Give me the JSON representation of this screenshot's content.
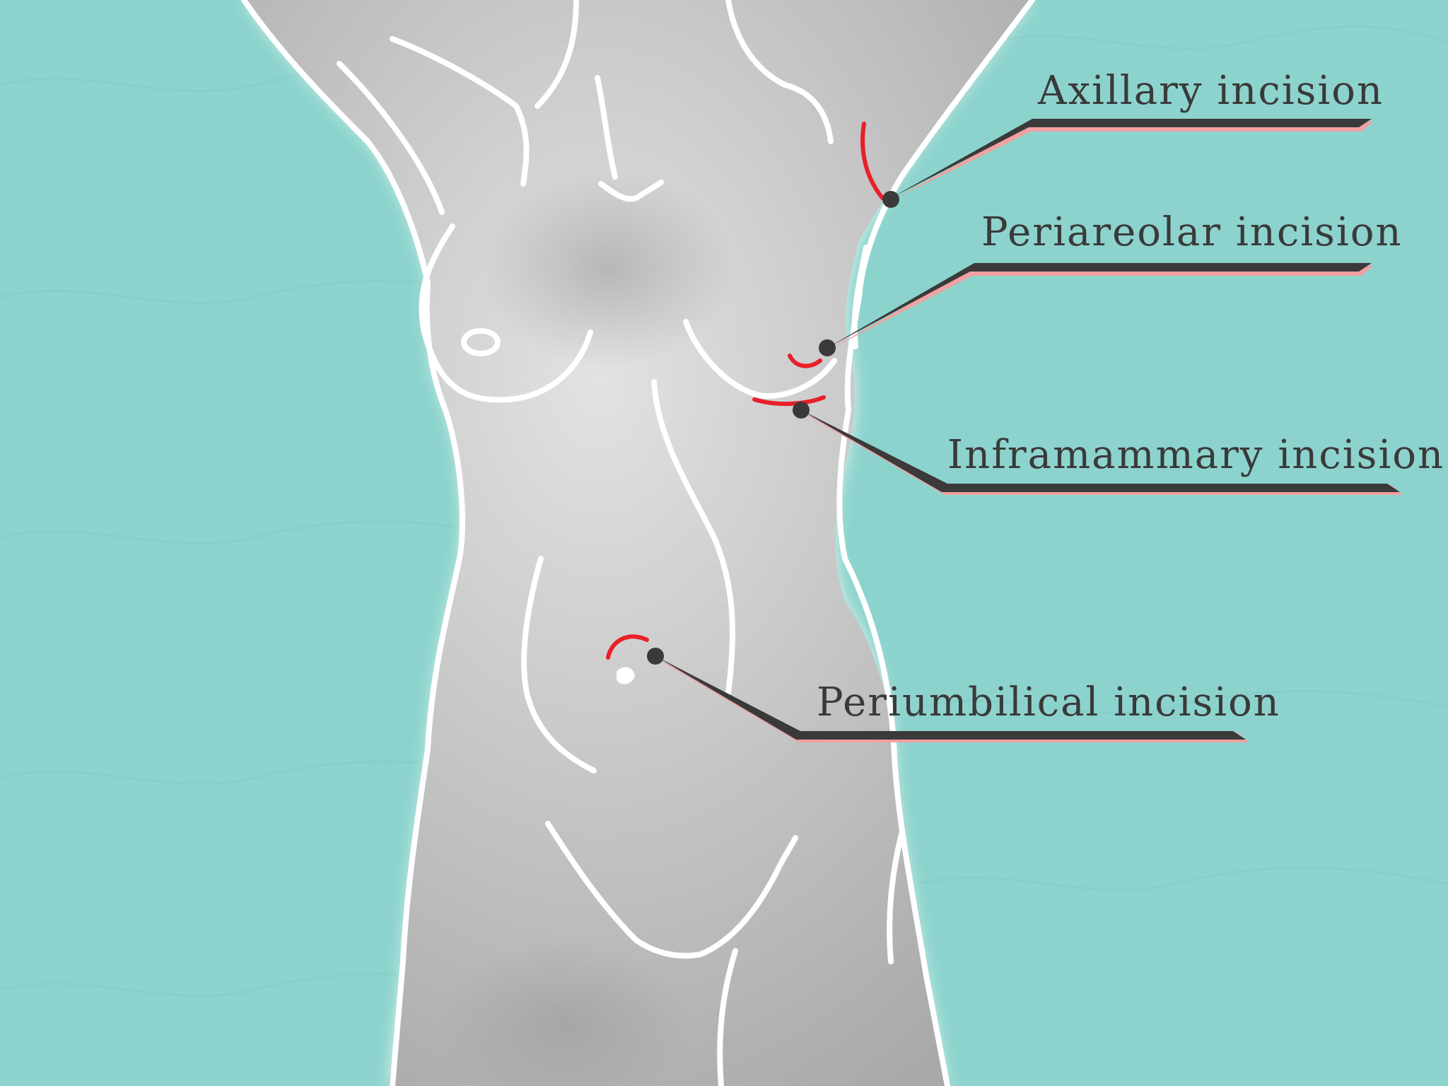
{
  "colors": {
    "background": "#8dd3cd",
    "body_fill": "#bdbdbd",
    "outline": "#ffffff",
    "incision": "#e8202a",
    "callout": "#3a3a3a",
    "callout_shadow": "#f2a0a0"
  },
  "labels": {
    "axillary": "Axillary incision",
    "periareolar": "Periareolar incision",
    "inframammary": "Inframammary incision",
    "periumbilical": "Periumbilical incision"
  }
}
